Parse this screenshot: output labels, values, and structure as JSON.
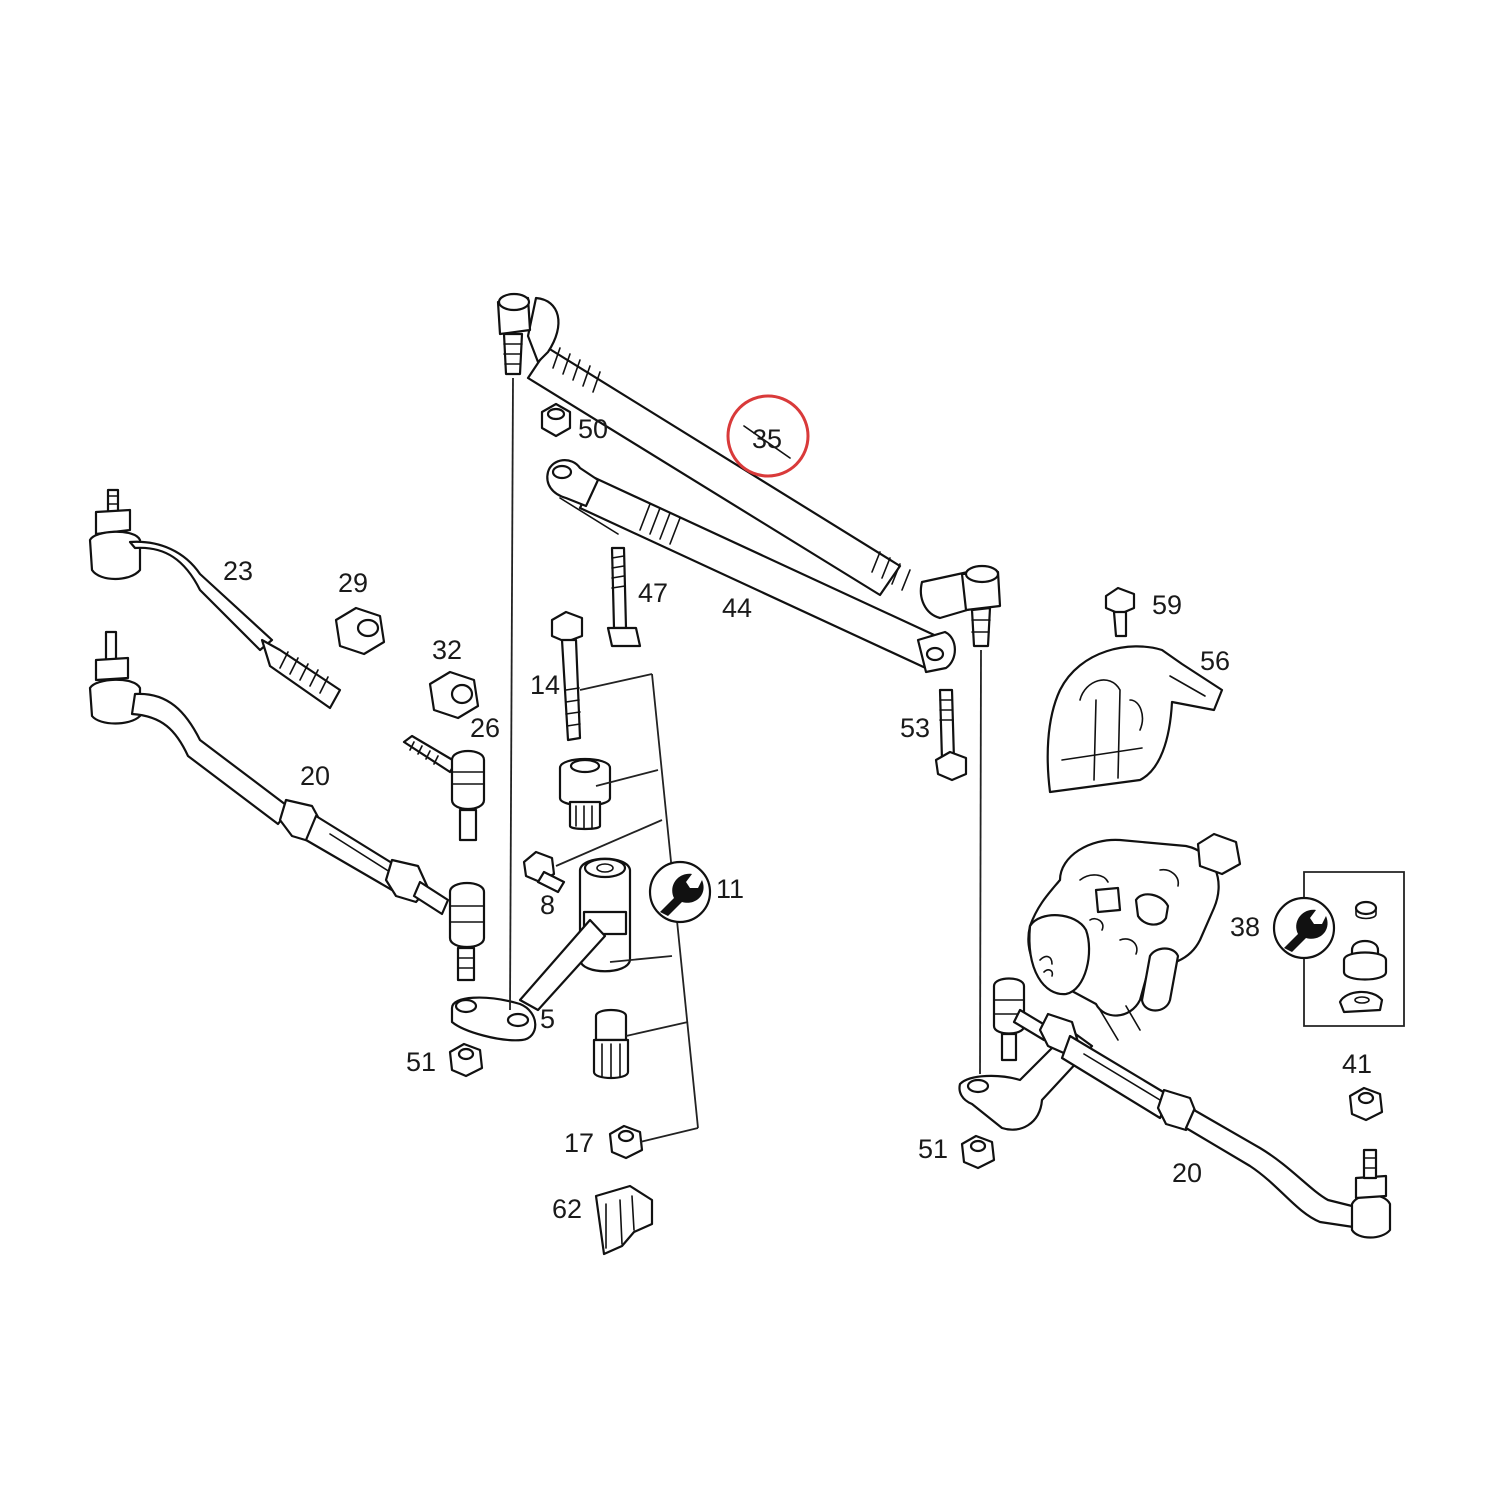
{
  "colors": {
    "line": "#111111",
    "highlight": "#d93a3a",
    "background": "#ffffff"
  },
  "highlighted_callout": "35",
  "callouts": {
    "c35": "35",
    "c50": "50",
    "c23": "23",
    "c29": "29",
    "c47": "47",
    "c44": "44",
    "c59": "59",
    "c56": "56",
    "c32": "32",
    "c14": "14",
    "c26": "26",
    "c53": "53",
    "c20a": "20",
    "c8": "8",
    "c11": "11",
    "c38": "38",
    "c5": "5",
    "c51a": "51",
    "c41": "41",
    "c17": "17",
    "c51b": "51",
    "c20b": "20",
    "c62": "62"
  },
  "icons": {
    "wrench_11": "wrench-icon",
    "wrench_38": "wrench-icon"
  }
}
